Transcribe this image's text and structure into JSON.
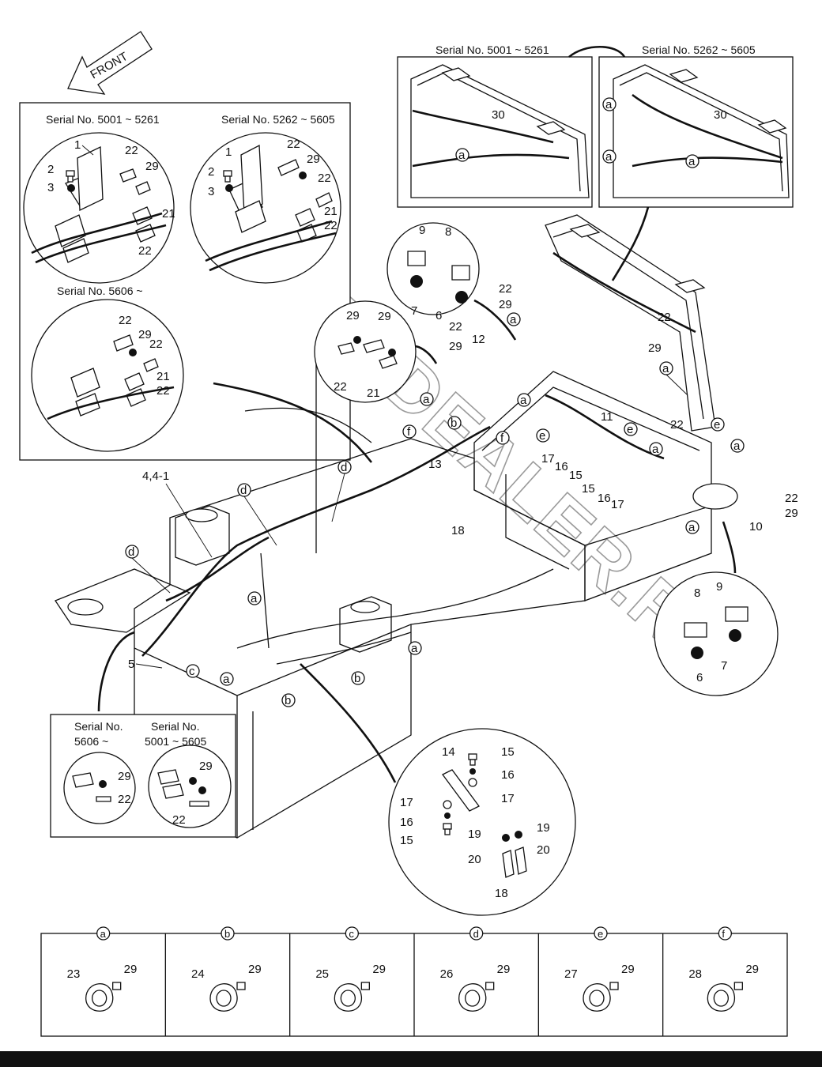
{
  "front_label": "FRONT",
  "watermark": "CAT-AUTODEALER.RU",
  "serial_labels": {
    "s5001_5261": "Serial No. 5001 ~ 5261",
    "s5262_5605": "Serial No. 5262 ~ 5605",
    "s5606": "Serial No. 5606 ~",
    "serial_no": "Serial No.",
    "range_5606": "5606 ~",
    "range_5001_5605": "5001 ~ 5605"
  },
  "callouts": {
    "n1": "1",
    "n2": "2",
    "n3": "3",
    "n4": "4,4-1",
    "n5": "5",
    "n6": "6",
    "n7": "7",
    "n8": "8",
    "n9": "9",
    "n10": "10",
    "n11": "11",
    "n12": "12",
    "n13": "13",
    "n14": "14",
    "n15": "15",
    "n16": "16",
    "n17": "17",
    "n18": "18",
    "n19": "19",
    "n20": "20",
    "n21": "21",
    "n22": "22",
    "n23": "23",
    "n24": "24",
    "n25": "25",
    "n26": "26",
    "n27": "27",
    "n28": "28",
    "n29": "29",
    "n30": "30",
    "la": "a",
    "lb": "b",
    "lc": "c",
    "ld": "d",
    "le": "e",
    "lf": "f"
  },
  "clamp_table": [
    {
      "key": "a",
      "clamp": "23",
      "bolt": "29"
    },
    {
      "key": "b",
      "clamp": "24",
      "bolt": "29"
    },
    {
      "key": "c",
      "clamp": "25",
      "bolt": "29"
    },
    {
      "key": "d",
      "clamp": "26",
      "bolt": "29"
    },
    {
      "key": "e",
      "clamp": "27",
      "bolt": "29"
    },
    {
      "key": "f",
      "clamp": "28",
      "bolt": "29"
    }
  ]
}
